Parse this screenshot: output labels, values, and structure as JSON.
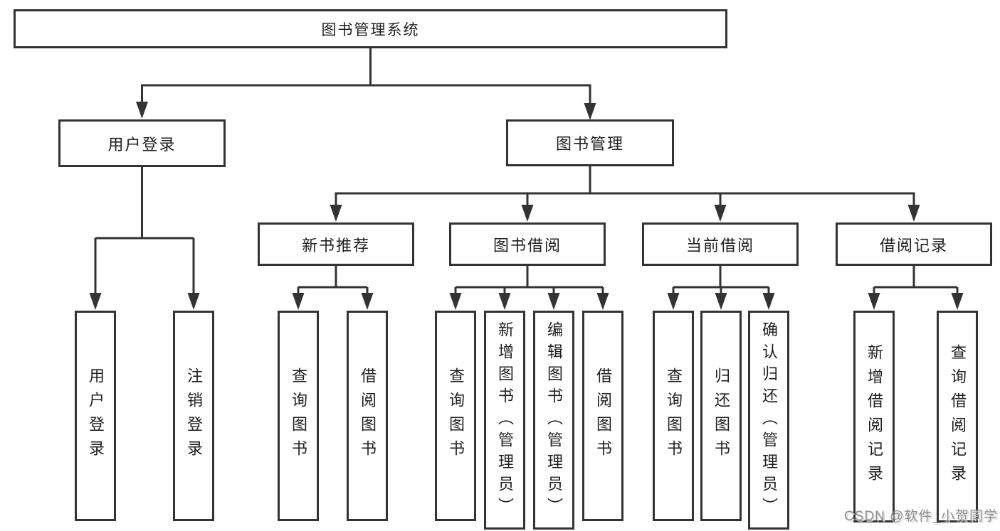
{
  "tree": {
    "label": "图书管理系统",
    "children": [
      {
        "label": "用户登录",
        "children": [
          {
            "label": "用户登录"
          },
          {
            "label": "注销登录"
          }
        ]
      },
      {
        "label": "图书管理",
        "children": [
          {
            "label": "新书推荐",
            "children": [
              {
                "label": "查询图书"
              },
              {
                "label": "借阅图书"
              }
            ]
          },
          {
            "label": "图书借阅",
            "children": [
              {
                "label": "查询图书"
              },
              {
                "label": "新增图书（管理员）"
              },
              {
                "label": "编辑图书（管理员）"
              },
              {
                "label": "借阅图书"
              }
            ]
          },
          {
            "label": "当前借阅",
            "children": [
              {
                "label": "查询图书"
              },
              {
                "label": "归还图书"
              },
              {
                "label": "确认归还（管理员）"
              }
            ]
          },
          {
            "label": "借阅记录",
            "children": [
              {
                "label": "新增借阅记录"
              },
              {
                "label": "查询借阅记录"
              }
            ]
          }
        ]
      }
    ]
  },
  "watermark": {
    "text": "CSDN @软件_小贺同学"
  },
  "colors": {
    "line": "#333333",
    "box_border": "#333333",
    "box_fill": "#ffffff",
    "text": "#1f1f1f",
    "watermark_text": "#8f8f8f",
    "background": "#ffffff"
  }
}
